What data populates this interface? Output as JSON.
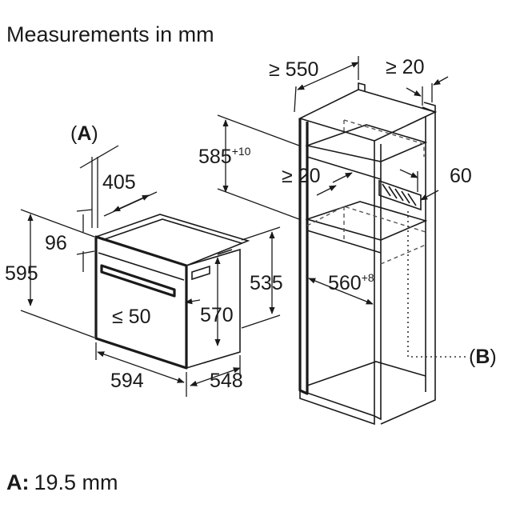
{
  "title": "Measurements in mm",
  "footnote": {
    "key": "A:",
    "value": "19.5 mm"
  },
  "callouts": {
    "a": {
      "open": "(",
      "letter": "A",
      "close": ")"
    },
    "b": {
      "open": "(",
      "letter": "B",
      "close": ")"
    }
  },
  "oven_dims": {
    "d405": "405",
    "d96": "96",
    "d595": "595",
    "d535": "535",
    "d50": "≤ 50",
    "d570": "570",
    "d594": "594",
    "d548": "548"
  },
  "cabinet_dims": {
    "d550": "≥ 550",
    "d20top": "≥ 20",
    "d585": "585",
    "d585_tol": "+10",
    "d20vent": "≥ 20",
    "d60": "60",
    "d560": "560",
    "d560_tol": "+8"
  }
}
